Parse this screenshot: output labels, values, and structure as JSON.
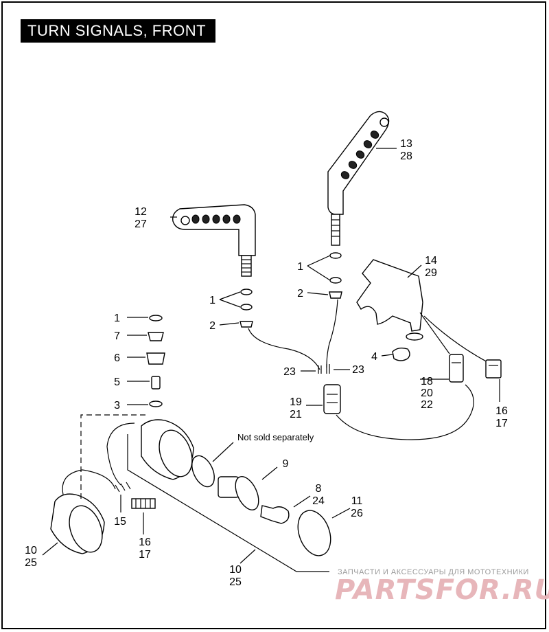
{
  "title": "TURN SIGNALS, FRONT",
  "note": "Not sold separately",
  "watermark": {
    "line1": "ЗАПЧАСТИ И АКСЕССУАРЫ ДЛЯ МОТОТЕХНИКИ",
    "line2": "PARTSFOR.RU"
  },
  "callouts": {
    "c1a": "1",
    "c1b": "7",
    "c1c": "6",
    "c1d": "5",
    "c1e": "3",
    "c2a": "1",
    "c2b": "2",
    "c3a": "1",
    "c3b": "2",
    "c12": "12",
    "c27": "27",
    "c13": "13",
    "c28": "28",
    "c14": "14",
    "c29": "29",
    "c4": "4",
    "c23a": "23",
    "c23b": "23",
    "c18": "18",
    "c20": "20",
    "c22": "22",
    "c19": "19",
    "c21": "21",
    "c16a": "16",
    "c17a": "17",
    "c9": "9",
    "c8": "8",
    "c24": "24",
    "c11": "11",
    "c26": "26",
    "c15": "15",
    "c16b": "16",
    "c17b": "17",
    "c10a": "10",
    "c25a": "25",
    "c10b": "10",
    "c25b": "25"
  }
}
